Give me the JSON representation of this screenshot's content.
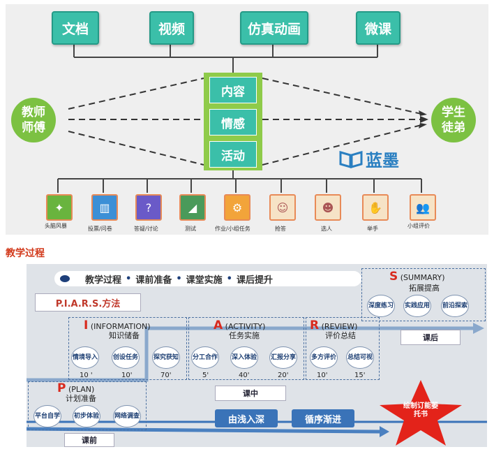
{
  "top": {
    "resources": [
      "文档",
      "视频",
      "仿真动画",
      "微课"
    ],
    "center": [
      "内容",
      "情感",
      "活动"
    ],
    "teacher": [
      "教师",
      "师傅"
    ],
    "student": [
      "学生",
      "徒弟"
    ],
    "logo": "蓝墨",
    "activities": [
      {
        "label": "头脑风暴",
        "icon": "brainstorm-icon",
        "color": "#69b43e"
      },
      {
        "label": "投票/问卷",
        "icon": "vote-icon",
        "color": "#3c8fd6"
      },
      {
        "label": "答疑/讨论",
        "icon": "discussion-icon",
        "color": "#6a5ac8"
      },
      {
        "label": "测试",
        "icon": "test-icon",
        "color": "#4a9a5a"
      },
      {
        "label": "作业/小组任务",
        "icon": "task-icon",
        "color": "#f2a43a"
      },
      {
        "label": "抢答",
        "icon": "quick-answer-icon",
        "color": "#f6e3c6"
      },
      {
        "label": "选人",
        "icon": "pick-person-icon",
        "color": "#f6e3c6"
      },
      {
        "label": "举手",
        "icon": "raise-hand-icon",
        "color": "#f6e3c6"
      },
      {
        "label": "小组评价",
        "icon": "group-eval-icon",
        "color": "#f6e3c6"
      }
    ]
  },
  "bottom": {
    "section_title": "教学过程",
    "banner": [
      "教学过程",
      "课前准备",
      "课堂实施",
      "课后提升"
    ],
    "method": "P.I.A.R.S.方法",
    "plan": {
      "letter": "P",
      "en": "(PLAN)",
      "cn": "计划准备",
      "items": [
        "平台自学",
        "初步体验",
        "网络调查"
      ]
    },
    "information": {
      "letter": "I",
      "en": "(INFORMATION)",
      "cn": "知识储备",
      "items": [
        "情境导入",
        "创设任务",
        "探究获知"
      ],
      "minutes": [
        "10 '",
        "10'",
        "70'"
      ]
    },
    "activity": {
      "letter": "A",
      "en": "(ACTIVITY)",
      "cn": "任务实施",
      "items": [
        "分工合作",
        "深入体验",
        "汇报分享"
      ],
      "minutes": [
        "5'",
        "40'",
        "20'"
      ]
    },
    "review": {
      "letter": "R",
      "en": "(REVIEW)",
      "cn": "评价总结",
      "items": [
        "多方评价",
        "总结可视"
      ],
      "minutes": [
        "10'",
        "15'"
      ]
    },
    "summary": {
      "letter": "S",
      "en": "(SUMMARY)",
      "cn": "拓展提高",
      "items": [
        "深度练习",
        "实践应用",
        "前沿探索"
      ]
    },
    "stage_tags": [
      "课前",
      "课中",
      "课后"
    ],
    "buttons": [
      "由浅入深",
      "循序渐进"
    ],
    "star_text": "绘制订能萎托书",
    "colors": {
      "teal": "#3bbfa9",
      "green": "#8fcb4a",
      "red": "#d82a1e",
      "blue": "#3a73b8"
    }
  }
}
